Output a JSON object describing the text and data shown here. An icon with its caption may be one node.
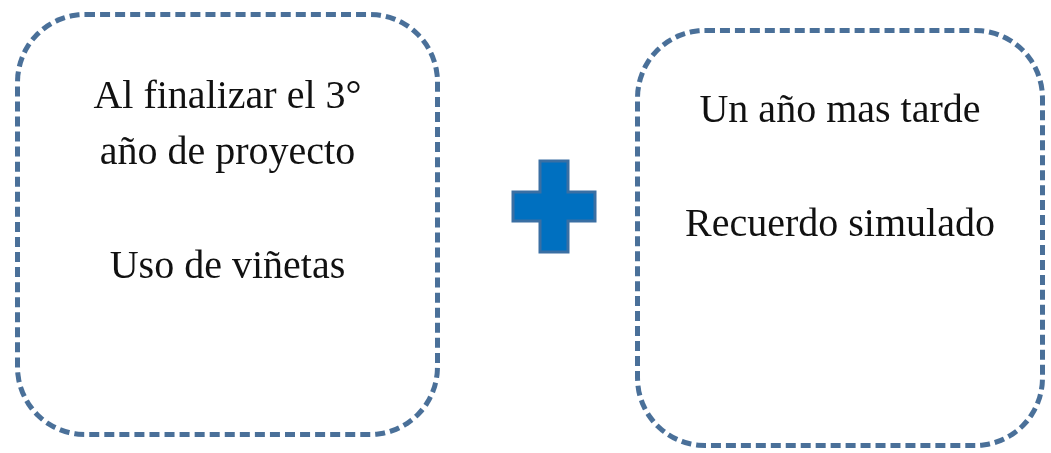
{
  "diagram": {
    "nodes": [
      {
        "text": [
          "Al finalizar el 3° año de proyecto",
          "Uso de viñetas"
        ]
      },
      {
        "text": [
          "Un año mas tarde",
          "Recuerdo simulado"
        ]
      }
    ]
  }
}
